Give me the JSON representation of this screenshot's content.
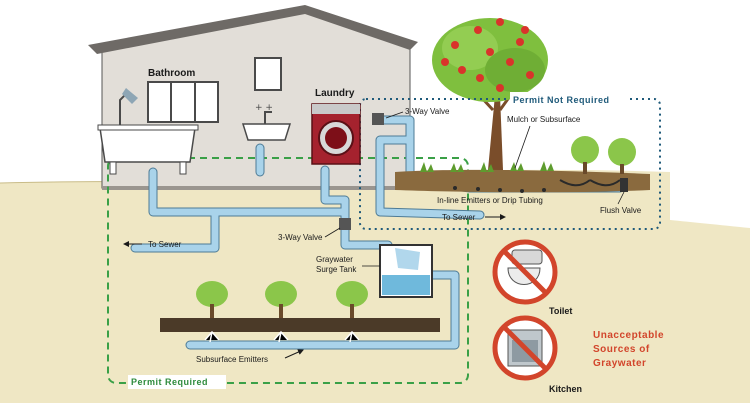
{
  "rooms": {
    "bathroom": "Bathroom",
    "laundry": "Laundry"
  },
  "labels": {
    "valve_top": "3-Way Valve",
    "valve_mid": "3-Way Valve",
    "mulch": "Mulch or Subsurface",
    "emitters_inline": "In-line Emitters or Drip Tubing",
    "to_sewer_right": "To Sewer",
    "to_sewer_left": "To Sewer",
    "flush_valve": "Flush Valve",
    "surge_tank": [
      "Graywater",
      "Surge Tank"
    ],
    "subsurface_emitters": "Subsurface Emitters"
  },
  "zones": {
    "permit_not_required": "Permit Not Required",
    "permit_required": "Permit Required"
  },
  "unacceptable": {
    "title": [
      "Unacceptable",
      "Sources of",
      "Graywater"
    ],
    "items": [
      "Toilet",
      "Kitchen"
    ]
  },
  "colors": {
    "ground": "#efe7c4",
    "pipe": "#a9d3ea",
    "green_zone": "#3aa047",
    "blue_zone": "#1f5a7a",
    "warning_red": "#d2452b"
  }
}
